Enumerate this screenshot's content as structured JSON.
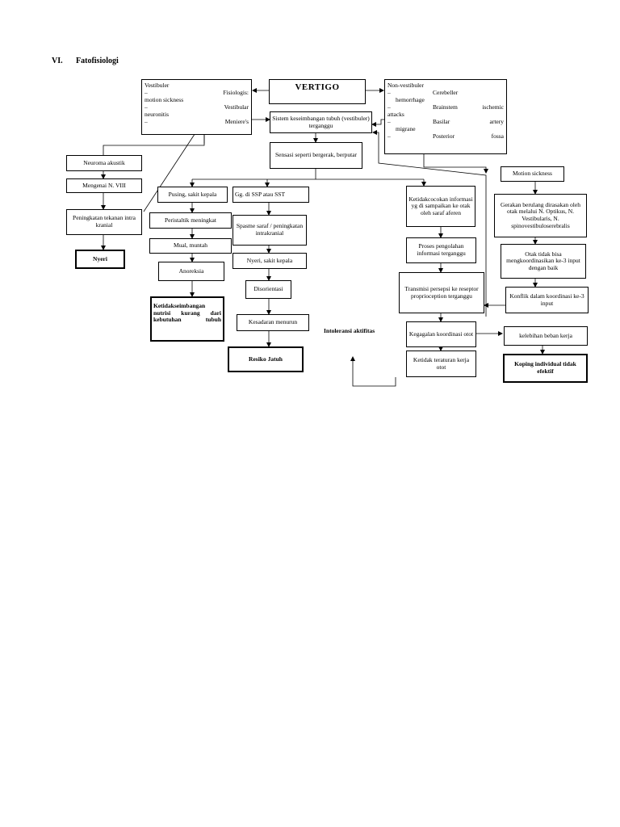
{
  "heading": {
    "number": "VI.",
    "title": "Fatofisiologi"
  },
  "nodes": {
    "vertigo": "VERTIGO",
    "vestibuler": {
      "title": "Vestibuler",
      "dash": "–",
      "item1a": "Fisiologis:",
      "item1b": "motion sickness",
      "item2a": "Vestibular",
      "item2b": "neuronitis",
      "item3": "Meniere's"
    },
    "non_vestibuler": {
      "title": "Non-vestibuler",
      "dash": "–",
      "item1a": "Cerebeller",
      "item1b": "hemorrhage",
      "item2a": "Brainstem",
      "item2b": "ischemic",
      "item2c": "attacks",
      "item3a": "Basilar",
      "item3b": "artery",
      "item3c": "migrane",
      "item4a": "Posterior",
      "item4b": "fossa"
    },
    "sistem_keseimbangan": "Sistem keseimbangan tubuh (vestibuler) terganggu",
    "sensasi": "Sensasi seperti bergerak, berputar",
    "neuroma": "Neuroma akustik",
    "mengenai": "Mengenai N. VIII",
    "peningkatan_tekanan": "Peningkatan tekanan intra kranial",
    "nyeri_left": "Nyeri",
    "pusing": "Pusing, sakit kepala",
    "peristaltik": "Peristaltik meningkat",
    "mual": "Mual, muntah",
    "anoreksia": "Anoreksia",
    "ketidakseimbangan": "Ketidakseimbangan nutrisi kurang dari kebutuhan tubuh",
    "gg_ssp": "Gg. di SSP atau SST",
    "spasme": "Spasme saraf / peningkatan intrakranial",
    "nyeri_mid": "Nyeri, sakit kepala",
    "disorientasi": "Disorientasi",
    "kesadaran": "Kesadaran menurun",
    "resiko_jatuh": "Resiko Jatuh",
    "intoleransi": "Intoleransi aktifitas",
    "ketidakcocokan": "Ketidakcocokan informasi yg di sampaikan ke otak oleh saraf aferen",
    "proses": "Proses pengolahan informasi terganggu",
    "transmisi": "Transmisi persepsi ke reseptor proprioception terganggu",
    "kegagalan": "Kegagalan koordinasi otot",
    "ketidakteraturan": "Ketidak teraturan kerja otot",
    "motion_sickness": "Motion sickness",
    "gerakan_berulang": "Gerakan berulang dirasakan oleh otak melalui N. Optikus, N. Vestibularis, N. spinovestibuloserebralis",
    "otak_tidak_bisa": "Otak tidak bisa mengkoordinasikan ke-3 input dengan baik",
    "konflik": "Konflik dalam koordinasi ke-3 input",
    "kelebihan": "kelebihan beban kerja",
    "koping": "Koping individual tidak efektif"
  }
}
